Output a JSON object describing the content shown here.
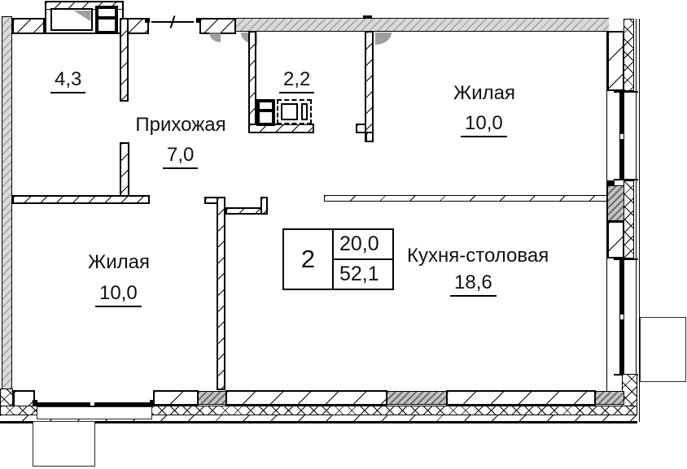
{
  "plan_title": "apartment-floor-plan",
  "rooms": {
    "bathroom": {
      "area": "4,3"
    },
    "hallway": {
      "name": "Прихожая",
      "area": "7,0"
    },
    "wc": {
      "area": "2,2"
    },
    "living_top": {
      "name": "Жилая",
      "area": "10,0"
    },
    "living_bottom": {
      "name": "Жилая",
      "area": "10,0"
    },
    "kitchen": {
      "name": "Кухня-столовая",
      "area": "18,6"
    }
  },
  "spec_table": {
    "room_count": "2",
    "living_area": "20,0",
    "total_area": "52,1"
  },
  "colors": {
    "line": "#000000",
    "wall_hatch_light": "#d9d9d9",
    "wall_hatch_gray": "#c4c4c4"
  }
}
